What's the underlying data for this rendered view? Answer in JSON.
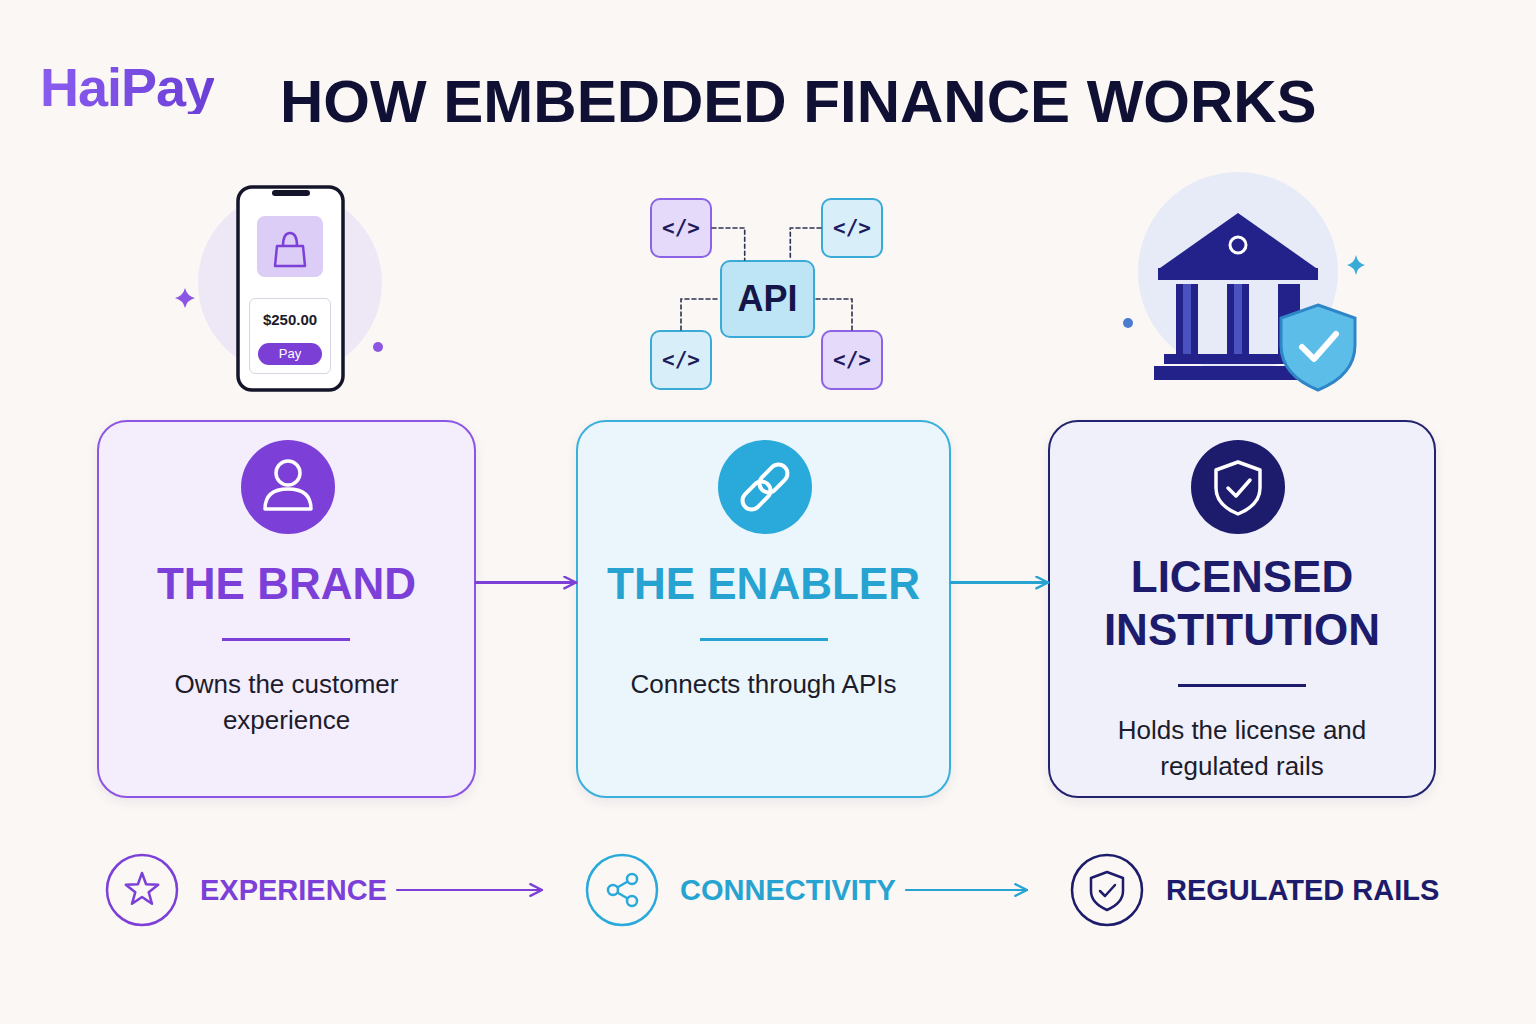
{
  "diagram": {
    "title": "HOW EMBEDDED FINANCE WORKS",
    "nodes": [
      {
        "text": [
          "$250.00"
        ]
      },
      {
        "text": [
          "Pay"
        ],
        "in": 0
      },
      {
        "text": [
          "</>"
        ]
      },
      {
        "text": [
          "</>"
        ]
      },
      {
        "text": [
          "API"
        ]
      },
      {
        "text": [
          "</>"
        ]
      },
      {
        "text": [
          "</>"
        ]
      },
      {
        "text": [
          "THE BRAND",
          "Owns the customer experience"
        ]
      },
      {
        "text": [
          "THE ENABLER",
          "Connects through APIs"
        ]
      },
      {
        "text": [
          "LICENSED INSTITUTION",
          "Holds the license and regulated rails"
        ]
      },
      {
        "text": [
          "EXPERIENCE"
        ]
      },
      {
        "text": [
          "CONNECTIVITY"
        ]
      },
      {
        "text": [
          "REGULATED RAILS"
        ]
      }
    ],
    "edges": [
      {
        "from": 2,
        "to": 4,
        "arrow": "none"
      },
      {
        "from": 3,
        "to": 4,
        "arrow": "none"
      },
      {
        "from": 5,
        "to": 4,
        "arrow": "none"
      },
      {
        "from": 6,
        "to": 4,
        "arrow": "none"
      },
      {
        "from": 7,
        "to": 8,
        "arrow": "to"
      },
      {
        "from": 8,
        "to": 9,
        "arrow": "to"
      },
      {
        "from": 10,
        "to": 11,
        "arrow": "to"
      },
      {
        "from": 11,
        "to": 12,
        "arrow": "to"
      }
    ],
    "labels": [
      "HaiPay"
    ]
  }
}
